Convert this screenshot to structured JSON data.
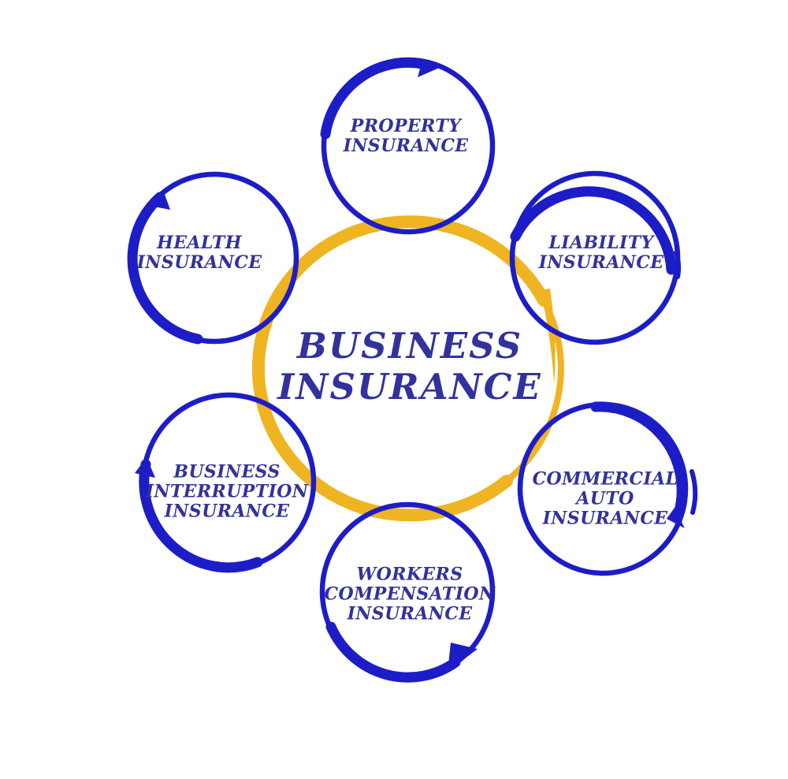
{
  "diagram": {
    "center_label": {
      "lines": [
        "BUSINESS",
        "INSURANCE"
      ]
    },
    "nodes": [
      {
        "id": "property-insurance",
        "lines": [
          "PROPERTY",
          "INSURANCE"
        ]
      },
      {
        "id": "liability-insurance",
        "lines": [
          "LIABILITY",
          "INSURANCE"
        ]
      },
      {
        "id": "commercial-auto-insurance",
        "lines": [
          "COMMERCIAL",
          "AUTO",
          "INSURANCE"
        ]
      },
      {
        "id": "workers-compensation-insurance",
        "lines": [
          "WORKERS",
          "COMPENSATION",
          "INSURANCE"
        ]
      },
      {
        "id": "business-interruption-insurance",
        "lines": [
          "BUSINESS",
          "INTERRUPTION",
          "INSURANCE"
        ]
      },
      {
        "id": "health-insurance",
        "lines": [
          "HEALTH",
          "INSURANCE"
        ]
      }
    ]
  },
  "colors": {
    "circle_blue": "#1d1dc7",
    "text_blue": "#31329b",
    "ring_yellow": "#efb421"
  }
}
